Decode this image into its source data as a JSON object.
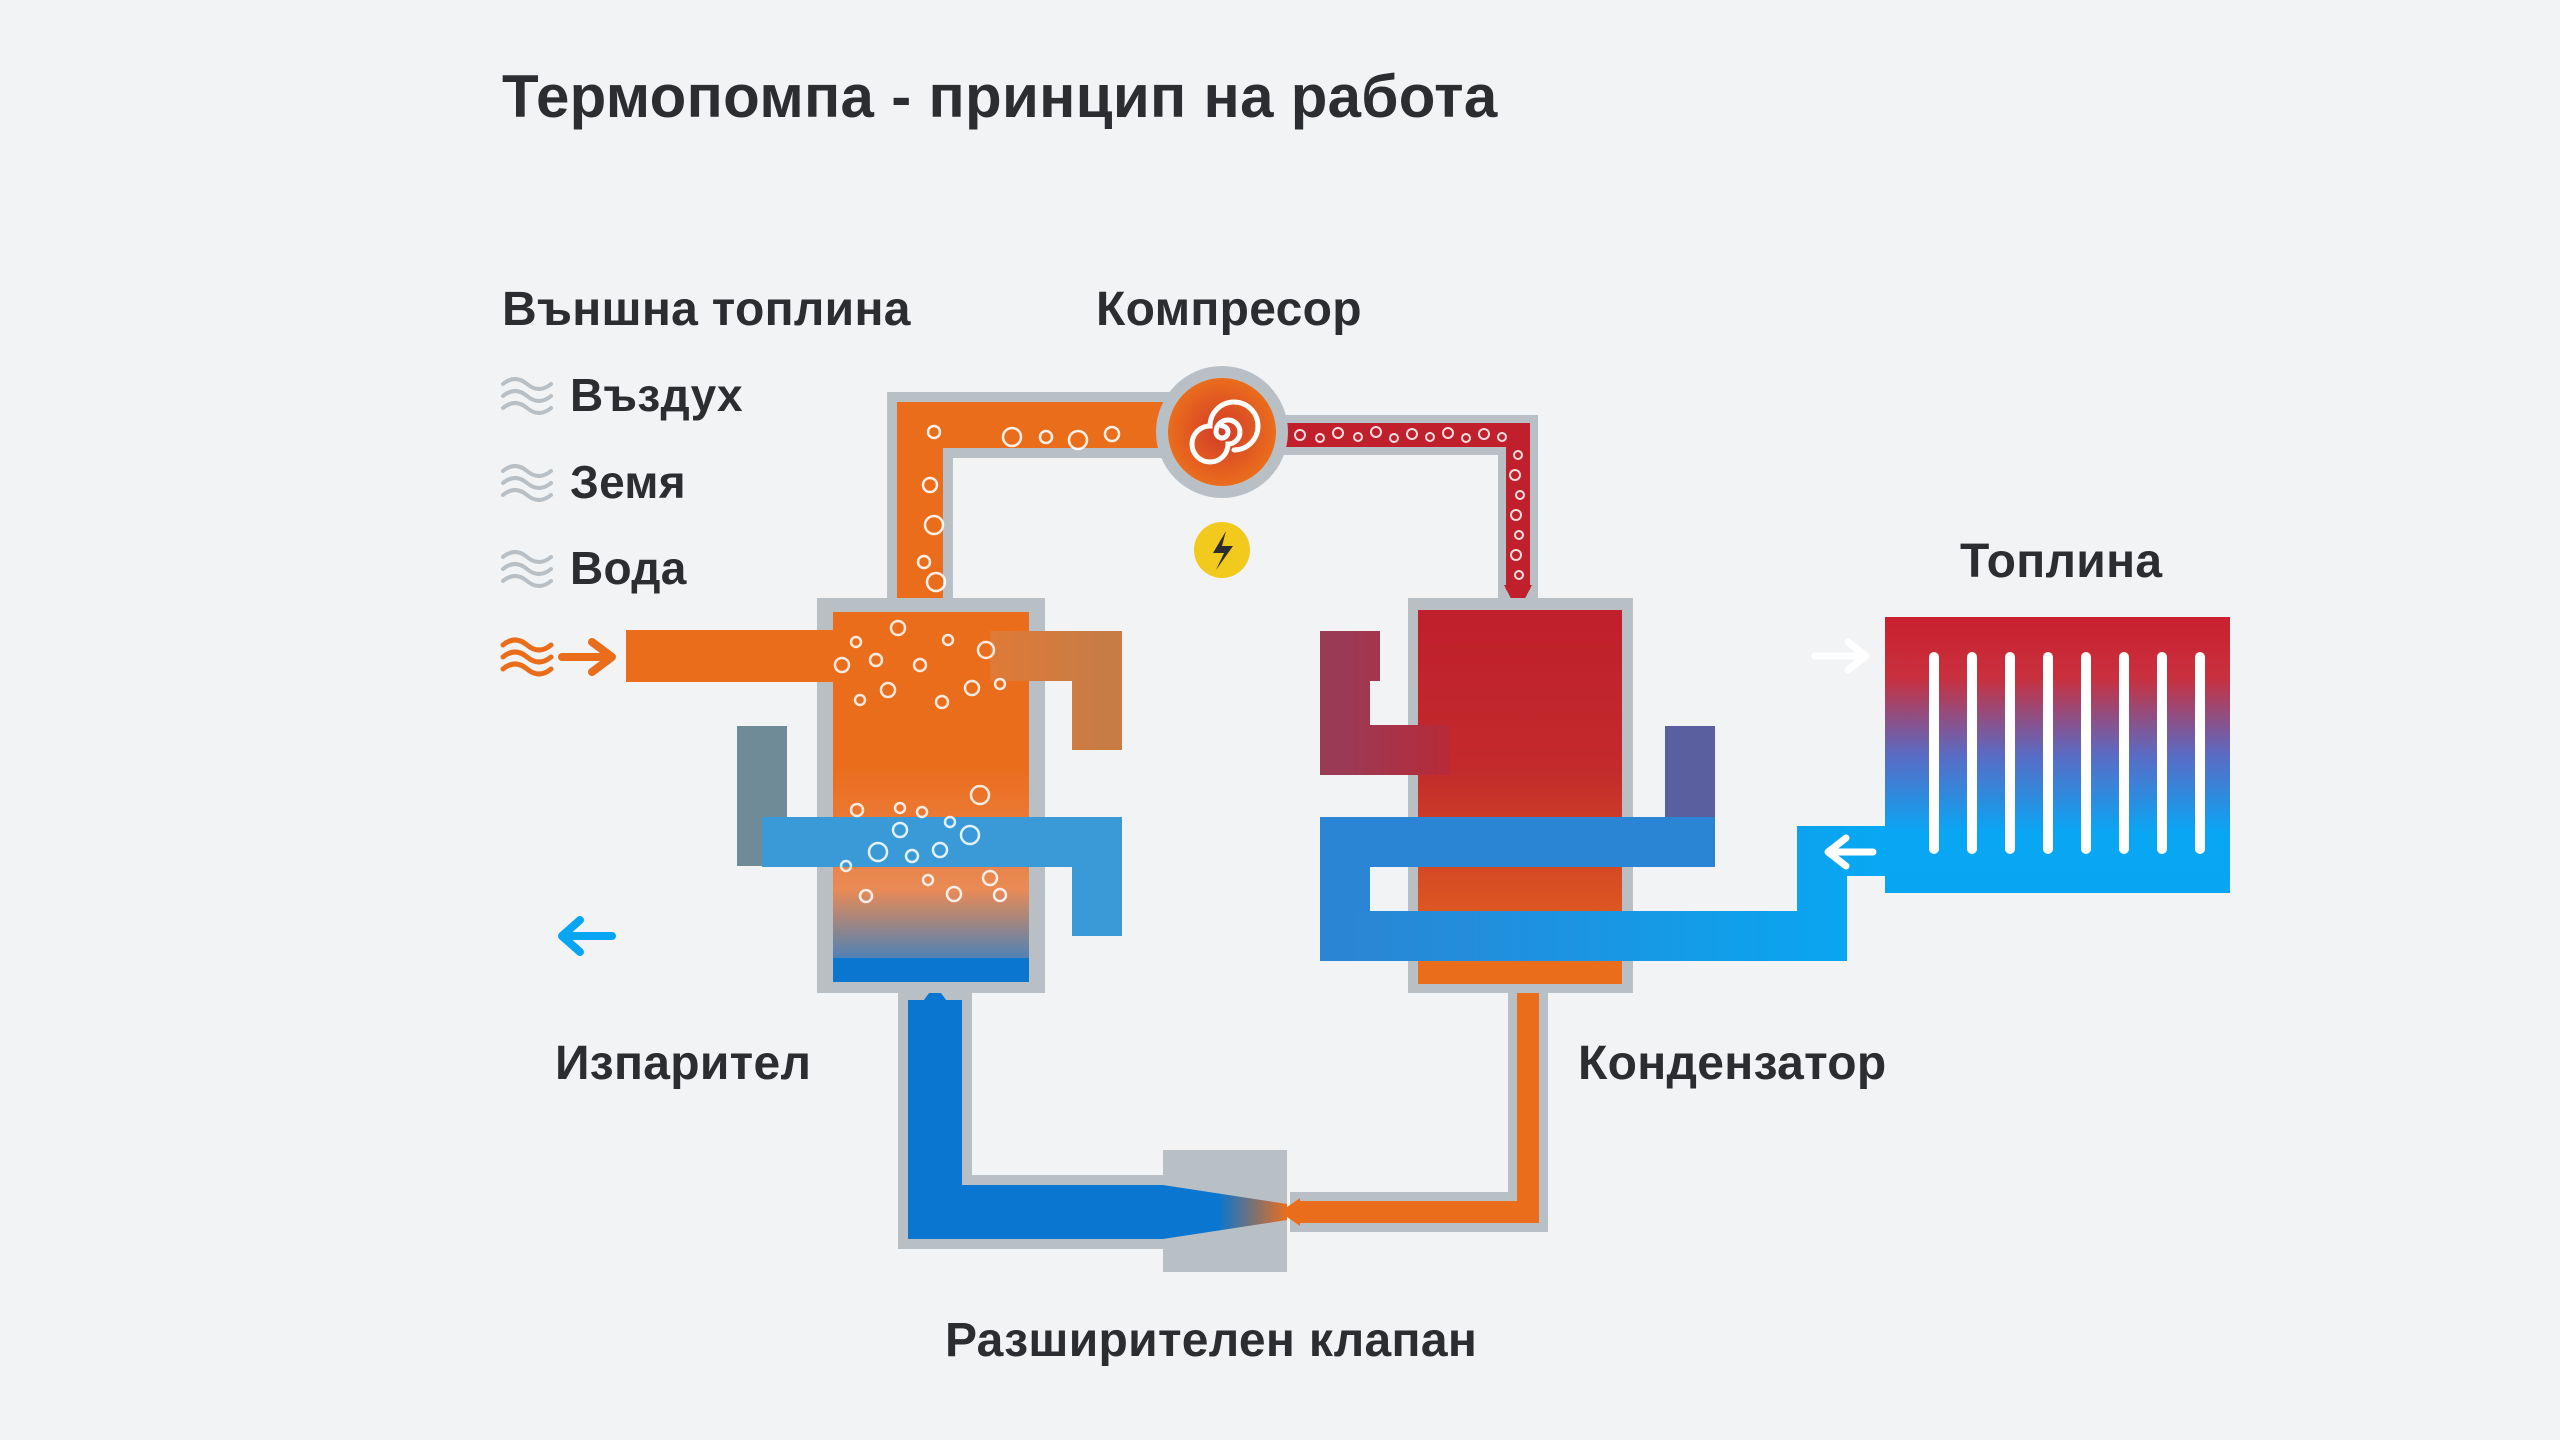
{
  "title": "Термопомпа - принцип на работа",
  "labels": {
    "external_heat": "Външна топлина",
    "sources": [
      "Въздух",
      "Земя",
      "Вода"
    ],
    "compressor": "Компресор",
    "heat": "Топлина",
    "evaporator": "Изпарител",
    "condenser": "Кондензатор",
    "expansion_valve": "Разширителен клапан"
  },
  "icons": {
    "source": "wave-icon",
    "power": "lightning-icon",
    "compressor": "spiral-icon",
    "flow": "arrow-icon"
  },
  "colors": {
    "background": "#f1f3f5",
    "text": "#2b2d30",
    "hot_orange": "#ea6d1c",
    "hot_red": "#c01f2c",
    "cold_blue": "#0a7fd4",
    "light_blue": "#08a6f2",
    "pipe_gray": "#b8c0c6",
    "power_yellow": "#f2c91d"
  }
}
